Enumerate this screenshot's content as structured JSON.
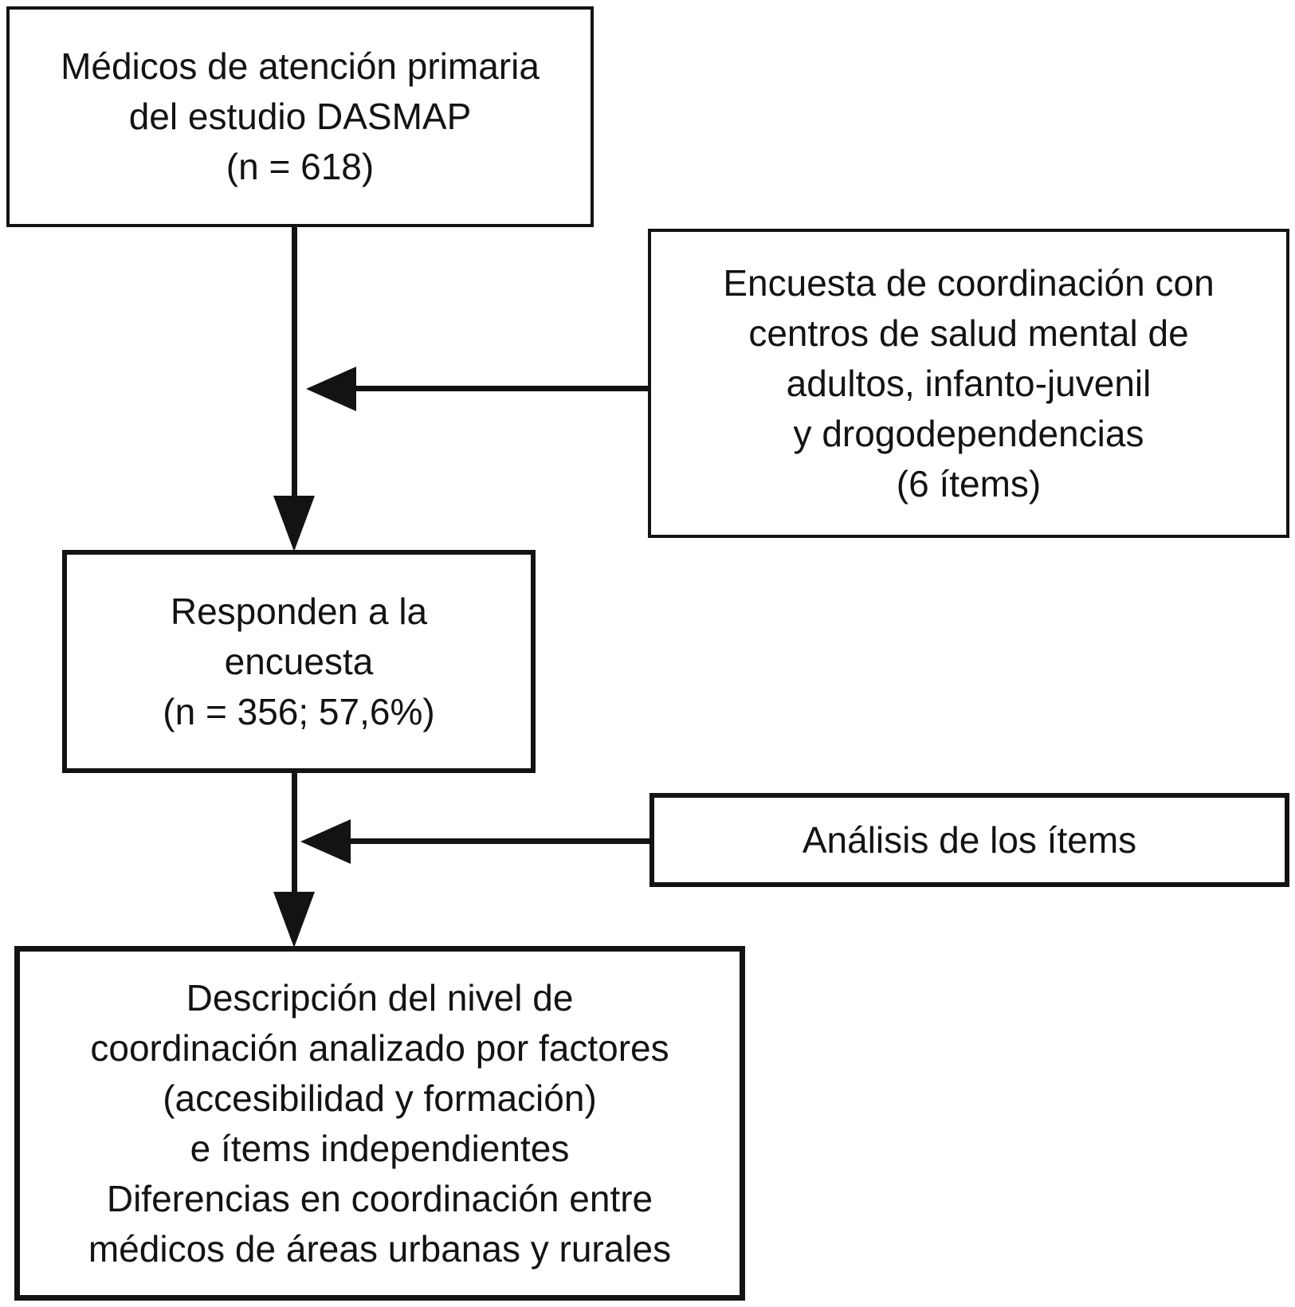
{
  "figure": {
    "colors": {
      "ink": "#131313",
      "background": "#ffffff"
    },
    "boxes": {
      "primary_care": {
        "lines": [
          "Médicos de atención primaria",
          "del estudio DASMAP",
          "(n = 618)"
        ]
      },
      "survey": {
        "lines": [
          "Encuesta de coordinación con",
          "centros de salud mental de",
          "adultos, infanto-juvenil",
          "y drogodependencias",
          "(6 ítems)"
        ]
      },
      "respond": {
        "lines": [
          "Responden a la",
          "encuesta",
          "(n = 356; 57,6%)"
        ]
      },
      "item_analysis": {
        "lines": [
          "Análisis de los ítems"
        ]
      },
      "description": {
        "lines": [
          "Descripción del nivel de",
          "coordinación analizado por factores",
          "(accesibilidad y formación)",
          "e ítems independientes",
          "Diferencias en coordinación entre",
          "médicos de áreas urbanas y rurales"
        ]
      }
    }
  }
}
